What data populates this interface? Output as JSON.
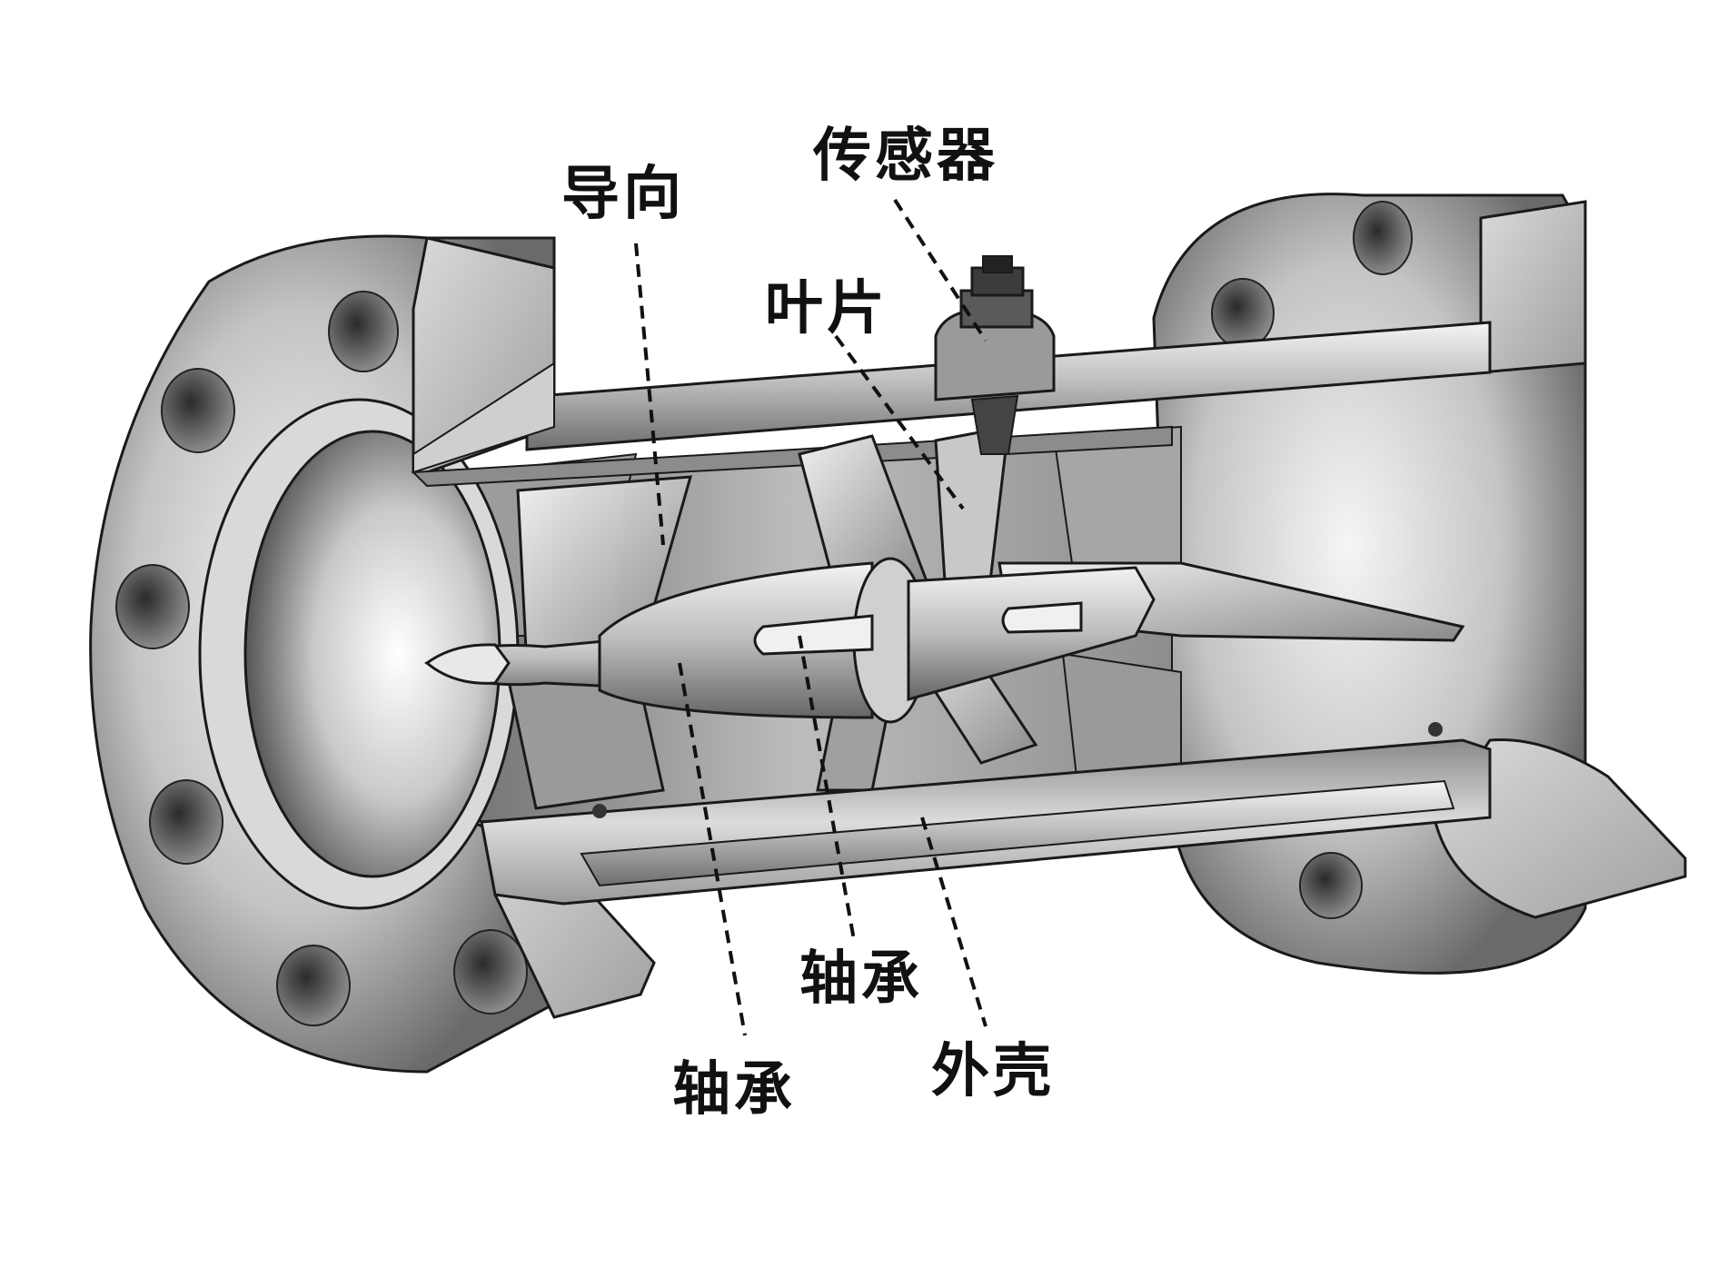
{
  "labels": {
    "guide": "导向",
    "sensor": "传感器",
    "blade": "叶片",
    "bearing_right": "轴承",
    "bearing_left": "轴承",
    "housing": "外壳"
  },
  "colors": {
    "metal_light": "#e8e8e8",
    "metal_mid": "#b5b5b5",
    "metal_dark": "#5e5e5e",
    "outline": "#1a1a1a",
    "label": "#111111",
    "background": "#ffffff"
  }
}
